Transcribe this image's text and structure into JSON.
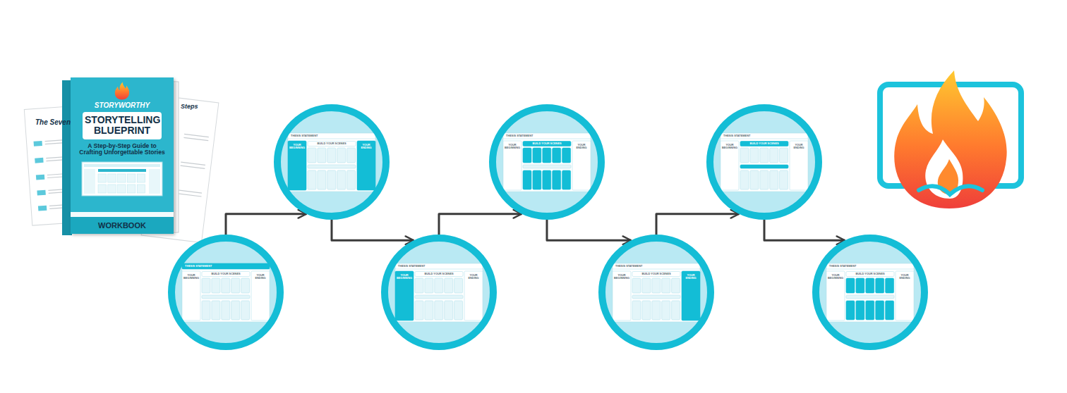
{
  "diagram": {
    "nodes": [
      {
        "text": [
          "STORYWORTHY",
          "STORYTELLING BLUEPRINT",
          "A Step-by-Step Guide to Crafting Unforgettable Stories",
          "WORKBOOK"
        ]
      },
      {
        "text": [
          "THESIS STATEMENT",
          "BUILD YOUR SCENES",
          "YOUR BEGINNING",
          "YOUR ENDING"
        ]
      },
      {
        "text": [
          "THESIS STATEMENT",
          "BUILD YOUR SCENES",
          "YOUR BEGINNING",
          "YOUR ENDING"
        ]
      },
      {
        "text": [
          "THESIS STATEMENT",
          "BUILD YOUR SCENES",
          "YOUR BEGINNING",
          "YOUR ENDING"
        ]
      },
      {
        "text": [
          "THESIS STATEMENT",
          "BUILD YOUR SCENES",
          "YOUR BEGINNING",
          "YOUR ENDING"
        ]
      },
      {
        "text": [
          "THESIS STATEMENT",
          "BUILD YOUR SCENES",
          "YOUR BEGINNING",
          "YOUR ENDING"
        ]
      },
      {
        "text": [
          "THESIS STATEMENT",
          "BUILD YOUR SCENES",
          "YOUR BEGINNING",
          "YOUR ENDING"
        ]
      },
      {
        "text": [
          "THESIS STATEMENT",
          "BUILD YOUR SCENES",
          "YOUR BEGINNING",
          "YOUR ENDING"
        ]
      }
    ],
    "edges": [
      {
        "from": 1,
        "to": 2,
        "arrow": "to"
      },
      {
        "from": 2,
        "to": 3,
        "arrow": "to"
      },
      {
        "from": 3,
        "to": 4,
        "arrow": "to"
      },
      {
        "from": 4,
        "to": 5,
        "arrow": "to"
      },
      {
        "from": 5,
        "to": 6,
        "arrow": "to"
      },
      {
        "from": 6,
        "to": 7,
        "arrow": "to"
      }
    ],
    "labels": [
      "The Seven",
      "Steps"
    ]
  }
}
